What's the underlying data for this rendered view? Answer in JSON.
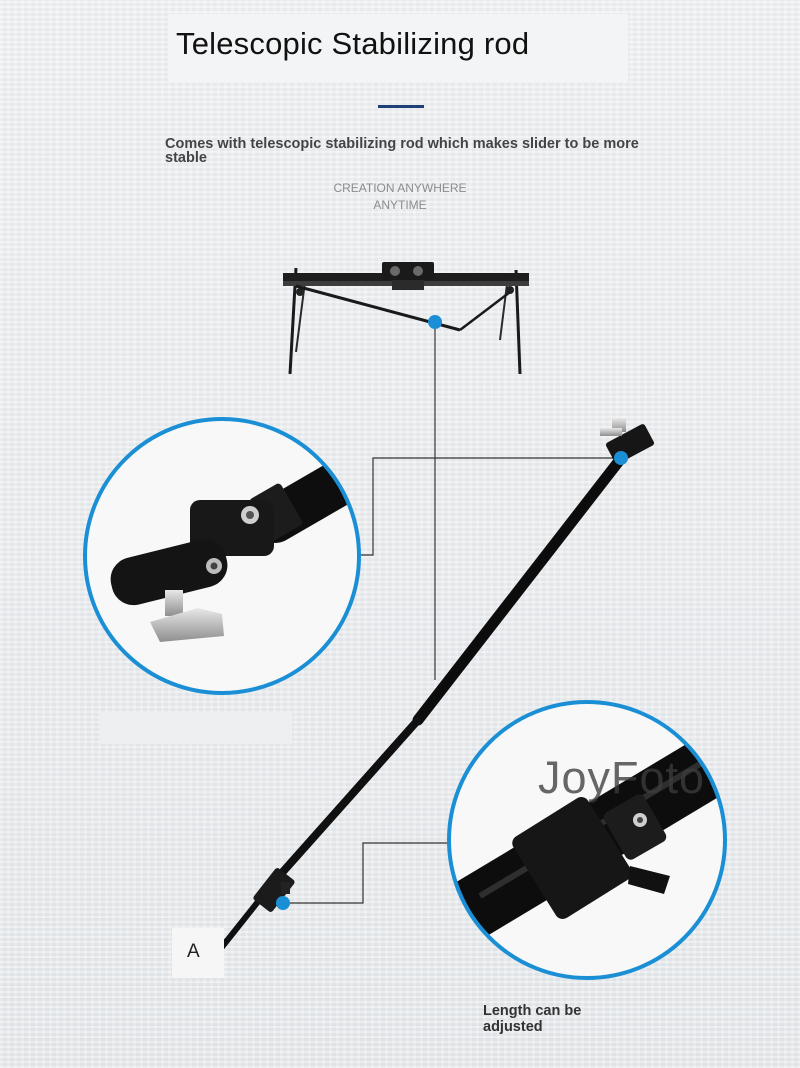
{
  "header": {
    "title": "Telescopic Stabilizing rod",
    "subtitle": "Comes with telescopic stabilizing rod which makes slider to be more stable"
  },
  "tagline": {
    "line1": "CREATION ANYWHERE",
    "line2": "ANYTIME"
  },
  "labels": {
    "point_a": "A",
    "length_caption": "Length can be adjusted"
  },
  "watermark": "JoyFoto",
  "colors": {
    "accent_blue": "#1b8fd6",
    "title_underline": "#1f3f78",
    "rod": "#121212",
    "background": "#e9ecef"
  },
  "icons": {
    "callout_dot": "blue-dot-marker"
  }
}
